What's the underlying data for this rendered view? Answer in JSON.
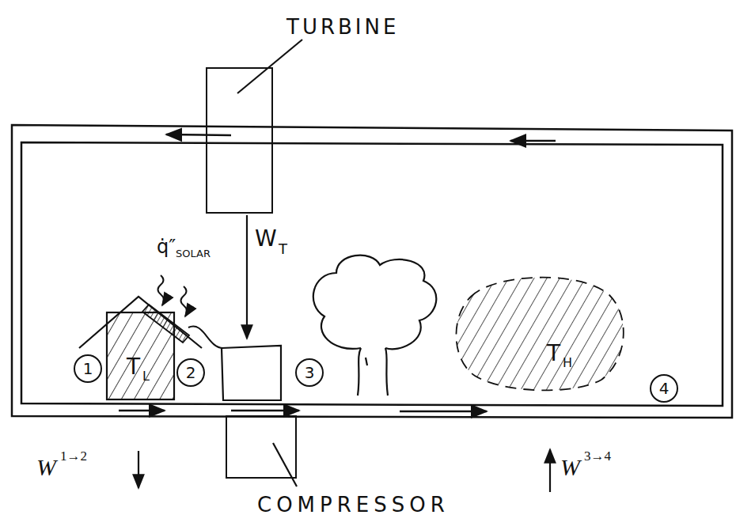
{
  "diagram": {
    "nodes": [
      {
        "text": [
          "TURBINE"
        ]
      },
      {
        "text": [
          "1"
        ]
      },
      {
        "text": [
          "T",
          "L"
        ]
      },
      {
        "text": [
          "2"
        ]
      },
      {
        "text": [
          "3"
        ]
      },
      {
        "text": [
          "T",
          "H"
        ]
      },
      {
        "text": [
          "4"
        ]
      },
      {
        "text": [
          "COMPRESSOR"
        ]
      }
    ],
    "labels": [
      "q̇″",
      "SOLAR",
      "W",
      "T",
      "W",
      "1→2",
      "W",
      "3→4"
    ]
  }
}
